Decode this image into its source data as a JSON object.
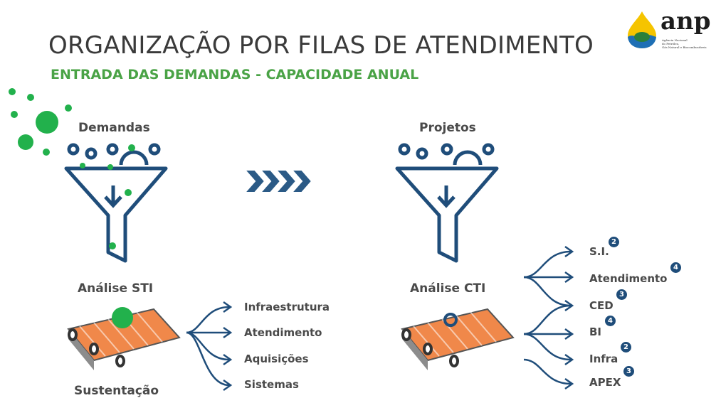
{
  "header": {
    "title": "ORGANIZAÇÃO POR FILAS DE ATENDIMENTO",
    "subtitle": "ENTRADA DAS DEMANDAS - CAPACIDADE ANUAL"
  },
  "logo": {
    "text": "anp",
    "sub_lines": [
      "Agência Nacional",
      "do Petróleo,",
      "Gás Natural e Biocombustíveis"
    ]
  },
  "left_flow": {
    "funnel_label": "Demandas",
    "analysis_label": "Análise STI",
    "conveyor_label": "Sustentação",
    "branches": [
      "Infraestrutura",
      "Atendimento",
      "Aquisições",
      "Sistemas"
    ]
  },
  "right_flow": {
    "funnel_label": "Projetos",
    "analysis_label": "Análise CTI",
    "branches": [
      {
        "label": "S.I.",
        "badge": "2"
      },
      {
        "label": "Atendimento",
        "badge": "4"
      },
      {
        "label": "CED",
        "badge": "3"
      },
      {
        "label": "BI",
        "badge": "4"
      },
      {
        "label": "Infra",
        "badge": "2"
      },
      {
        "label": "APEX",
        "badge": "3"
      }
    ]
  },
  "colors": {
    "navy": "#1f4d7a",
    "green": "#22b14c",
    "orange": "#f0884a",
    "title": "#3a3a3a",
    "subtitle": "#4aa346"
  }
}
